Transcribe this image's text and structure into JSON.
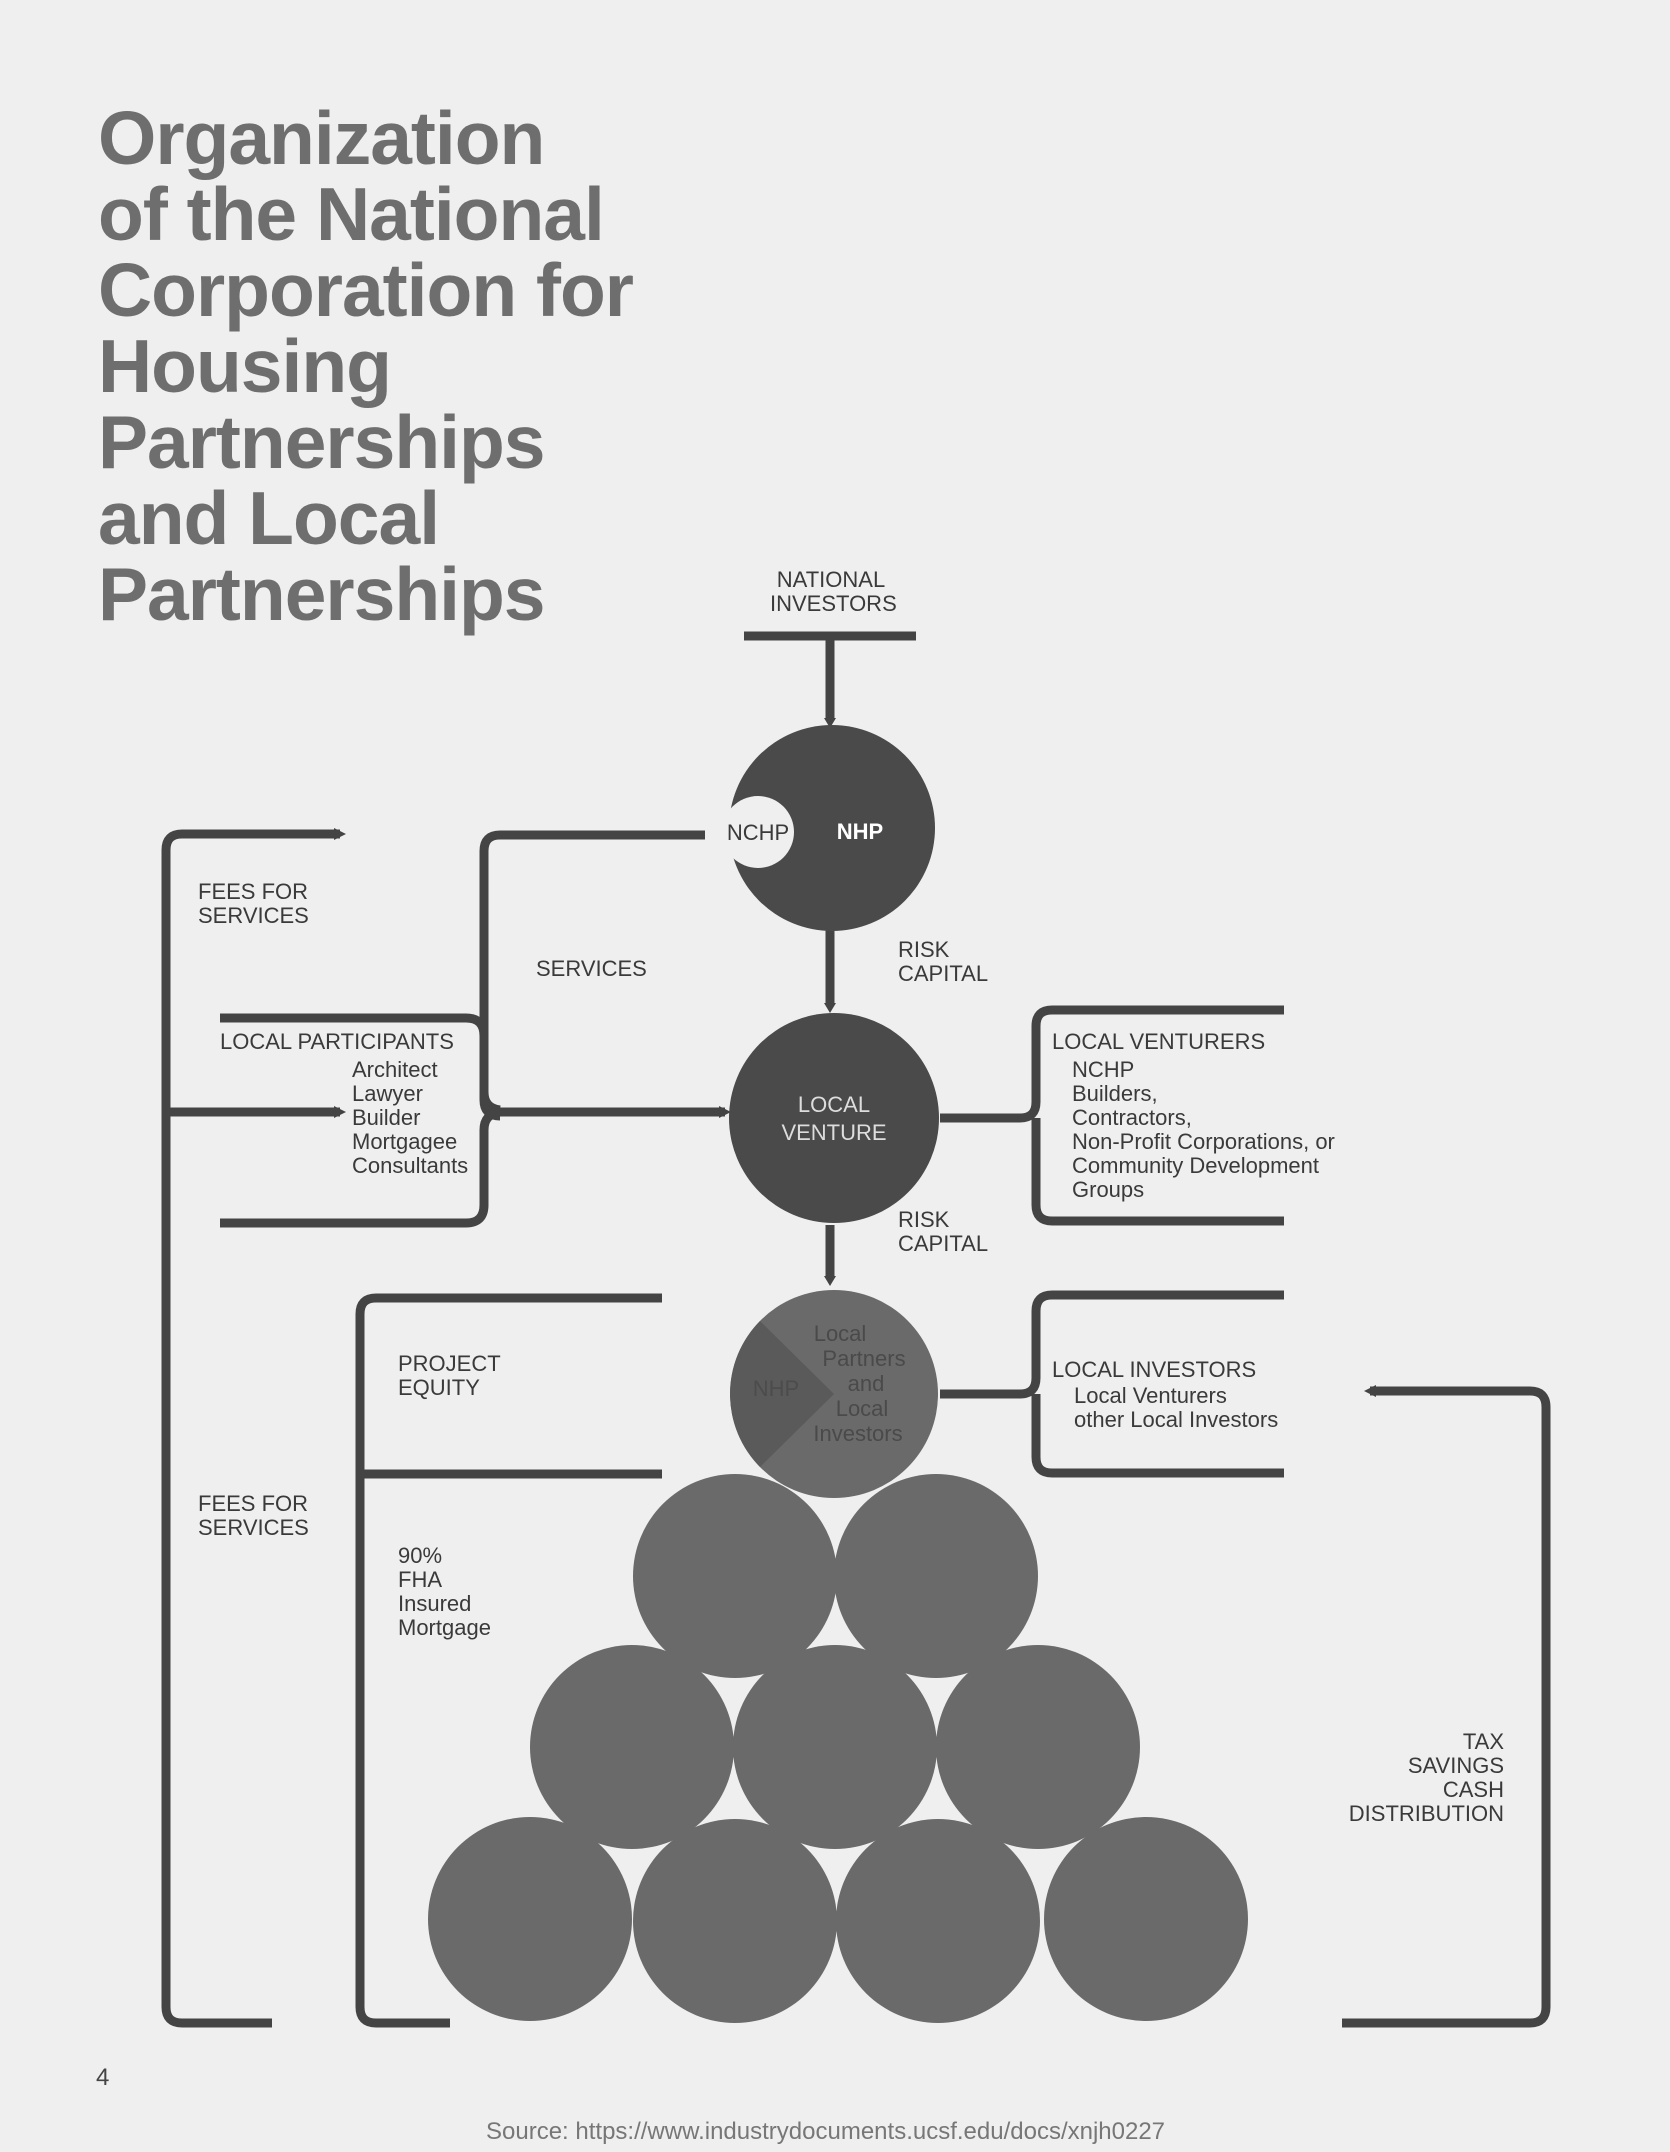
{
  "title_lines": [
    "Organization",
    "of the National",
    "Corporation for",
    "Housing",
    "Partnerships",
    "and Local",
    "Partnerships"
  ],
  "labels": {
    "national_investors": [
      "NATIONAL",
      "INVESTORS"
    ],
    "nchp": "NCHP",
    "nhp": "NHP",
    "risk_capital_1": [
      "RISK",
      "CAPITAL"
    ],
    "risk_capital_2": [
      "RISK",
      "CAPITAL"
    ],
    "services": "SERVICES",
    "fees_for_services_top": [
      "FEES FOR",
      "SERVICES"
    ],
    "fees_for_services_bottom": [
      "FEES FOR",
      "SERVICES"
    ],
    "local_participants_title": "LOCAL PARTICIPANTS",
    "local_participants_items": [
      "Architect",
      "Lawyer",
      "Builder",
      "Mortgagee",
      "Consultants"
    ],
    "local_venture": [
      "LOCAL",
      "VENTURE"
    ],
    "local_venturers_title": "LOCAL VENTURERS",
    "local_venturers_items": [
      "NCHP",
      "Builders,",
      "Contractors,",
      "Non-Profit Corporations, or",
      "Community Development",
      "Groups"
    ],
    "project_equity": [
      "PROJECT",
      "EQUITY"
    ],
    "nhp_slice": "NHP",
    "local_partners": [
      "Local",
      "Partners",
      "and",
      "Local",
      "Investors"
    ],
    "local_investors_title": "LOCAL INVESTORS",
    "local_investors_items": [
      "Local Venturers",
      "other Local Investors"
    ],
    "fha_mortgage": [
      "90%",
      "FHA",
      "Insured",
      "Mortgage"
    ],
    "tax_savings": [
      "TAX",
      "SAVINGS",
      "CASH",
      "DISTRIBUTION"
    ]
  },
  "page_number": "4",
  "source": "Source: https://www.industrydocuments.ucsf.edu/docs/xnjh0227",
  "colors": {
    "background": "#efefef",
    "dark_circle": "#4a4a4a",
    "mid_circle": "#6a6a6a",
    "line": "#444444",
    "title": "#6e6e6e"
  }
}
